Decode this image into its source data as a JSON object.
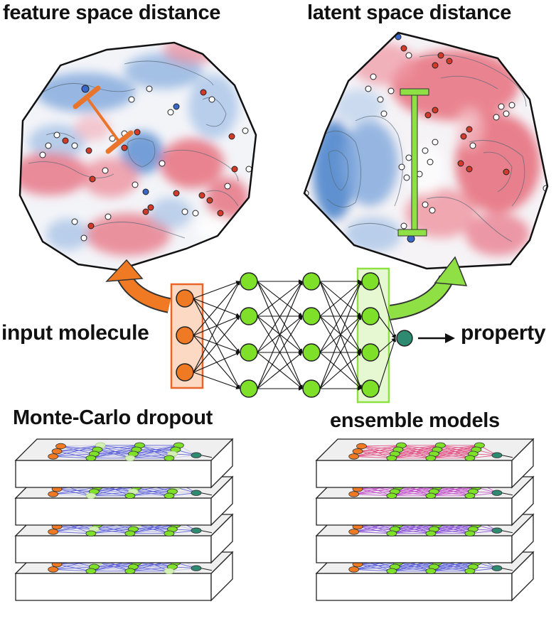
{
  "labels": {
    "feature_space": "feature space distance",
    "latent_space": "latent space distance",
    "input_molecule": "input molecule",
    "property": "property",
    "mc_dropout": "Monte-Carlo dropout",
    "ensemble": "ensemble models"
  },
  "network": {
    "layer_sizes": [
      3,
      4,
      4,
      4,
      1
    ],
    "input_node_color": "#f07a23",
    "hidden_node_color": "#7fe02a",
    "output_node_color": "#2f8a72",
    "input_box_color": "#e8652a",
    "latent_box_color": "#8fe044"
  },
  "maps": {
    "low_color": "#5a8fd0",
    "high_color": "#e8707e",
    "point_colors": [
      "#ffffff",
      "#d23a2a",
      "#3a68c8"
    ]
  },
  "stacks": {
    "mc_dropout_layers": 4,
    "ensemble_layers": 4,
    "mc_edge_color": "#4a4fd8",
    "ensemble_edge_colors": [
      "#e0407a",
      "#c043c8",
      "#8040d8",
      "#4a4fd8"
    ]
  }
}
